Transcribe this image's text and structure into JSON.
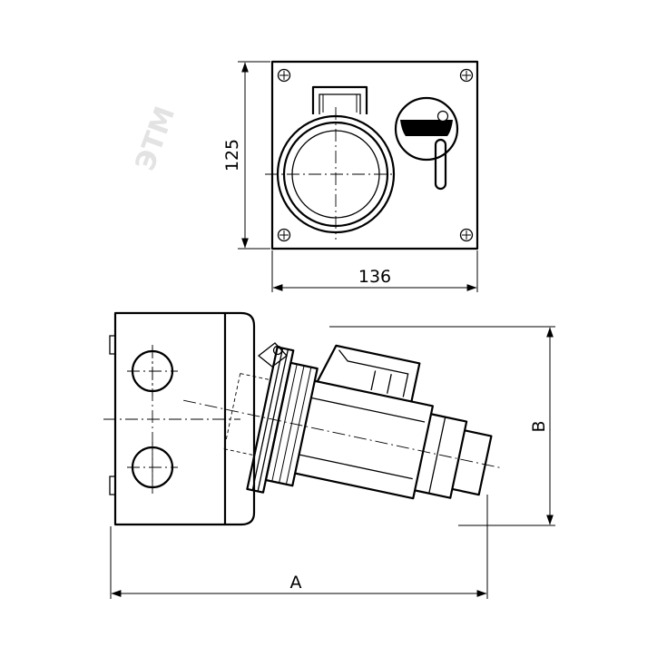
{
  "watermark": "ЭТМ",
  "front_view": {
    "height_label": "125",
    "width_label": "136"
  },
  "side_view": {
    "length_label": "A",
    "height_label": "B"
  }
}
